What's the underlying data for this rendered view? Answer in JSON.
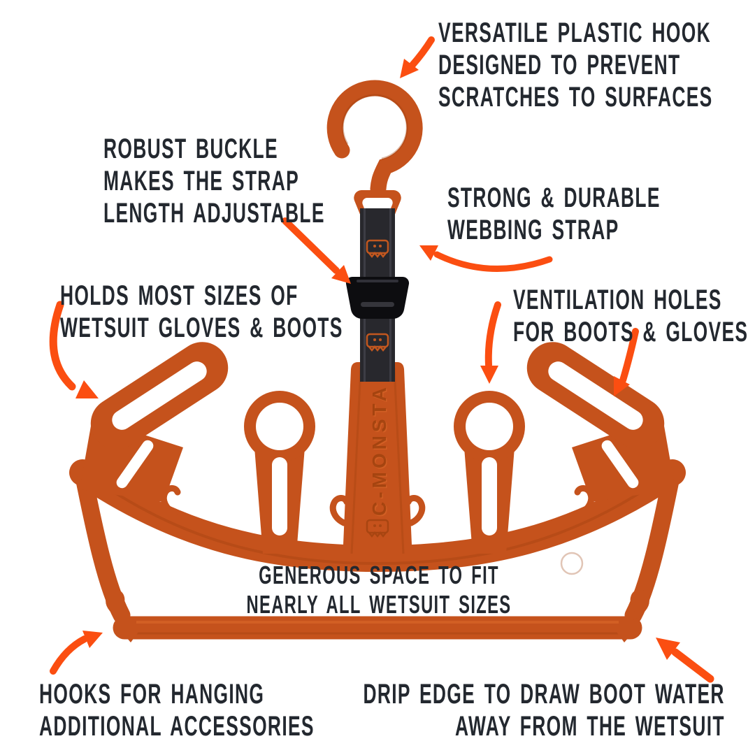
{
  "page": {
    "background": "#ffffff",
    "description": "Annotated product diagram of a wetsuit hanger"
  },
  "colors": {
    "hanger_orange": "#c5521c",
    "hanger_orange_dark": "#9d400d",
    "hanger_orange_light": "#dd6a2c",
    "arrow_orange": "#fb4e11",
    "text_dark": "#23282f",
    "strap_black": "#28282d",
    "buckle_black": "#0d0d10",
    "background_white": "#ffffff"
  },
  "product": {
    "brand_embossed": "C-MONSTA"
  },
  "annotations": {
    "hook": {
      "lines": [
        "VERSATILE PLASTIC HOOK",
        "DESIGNED TO PREVENT",
        "SCRATCHES TO SURFACES"
      ]
    },
    "buckle": {
      "lines": [
        "ROBUST BUCKLE",
        "MAKES THE STRAP",
        "LENGTH ADJUSTABLE"
      ]
    },
    "strap": {
      "lines": [
        "STRONG & DURABLE",
        "WEBBING STRAP"
      ]
    },
    "holds": {
      "lines": [
        "HOLDS MOST SIZES OF",
        "WETSUIT GLOVES & BOOTS"
      ]
    },
    "ventilation": {
      "lines": [
        "VENTILATION HOLES",
        "FOR BOOTS & GLOVES"
      ]
    },
    "space": {
      "lines": [
        "GENEROUS SPACE TO FIT",
        "NEARLY ALL WETSUIT SIZES"
      ]
    },
    "hooks": {
      "lines": [
        "HOOKS FOR HANGING",
        "ADDITIONAL ACCESSORIES"
      ]
    },
    "drip": {
      "lines": [
        "DRIP EDGE TO DRAW BOOT WATER",
        "AWAY FROM THE WETSUIT"
      ]
    }
  }
}
